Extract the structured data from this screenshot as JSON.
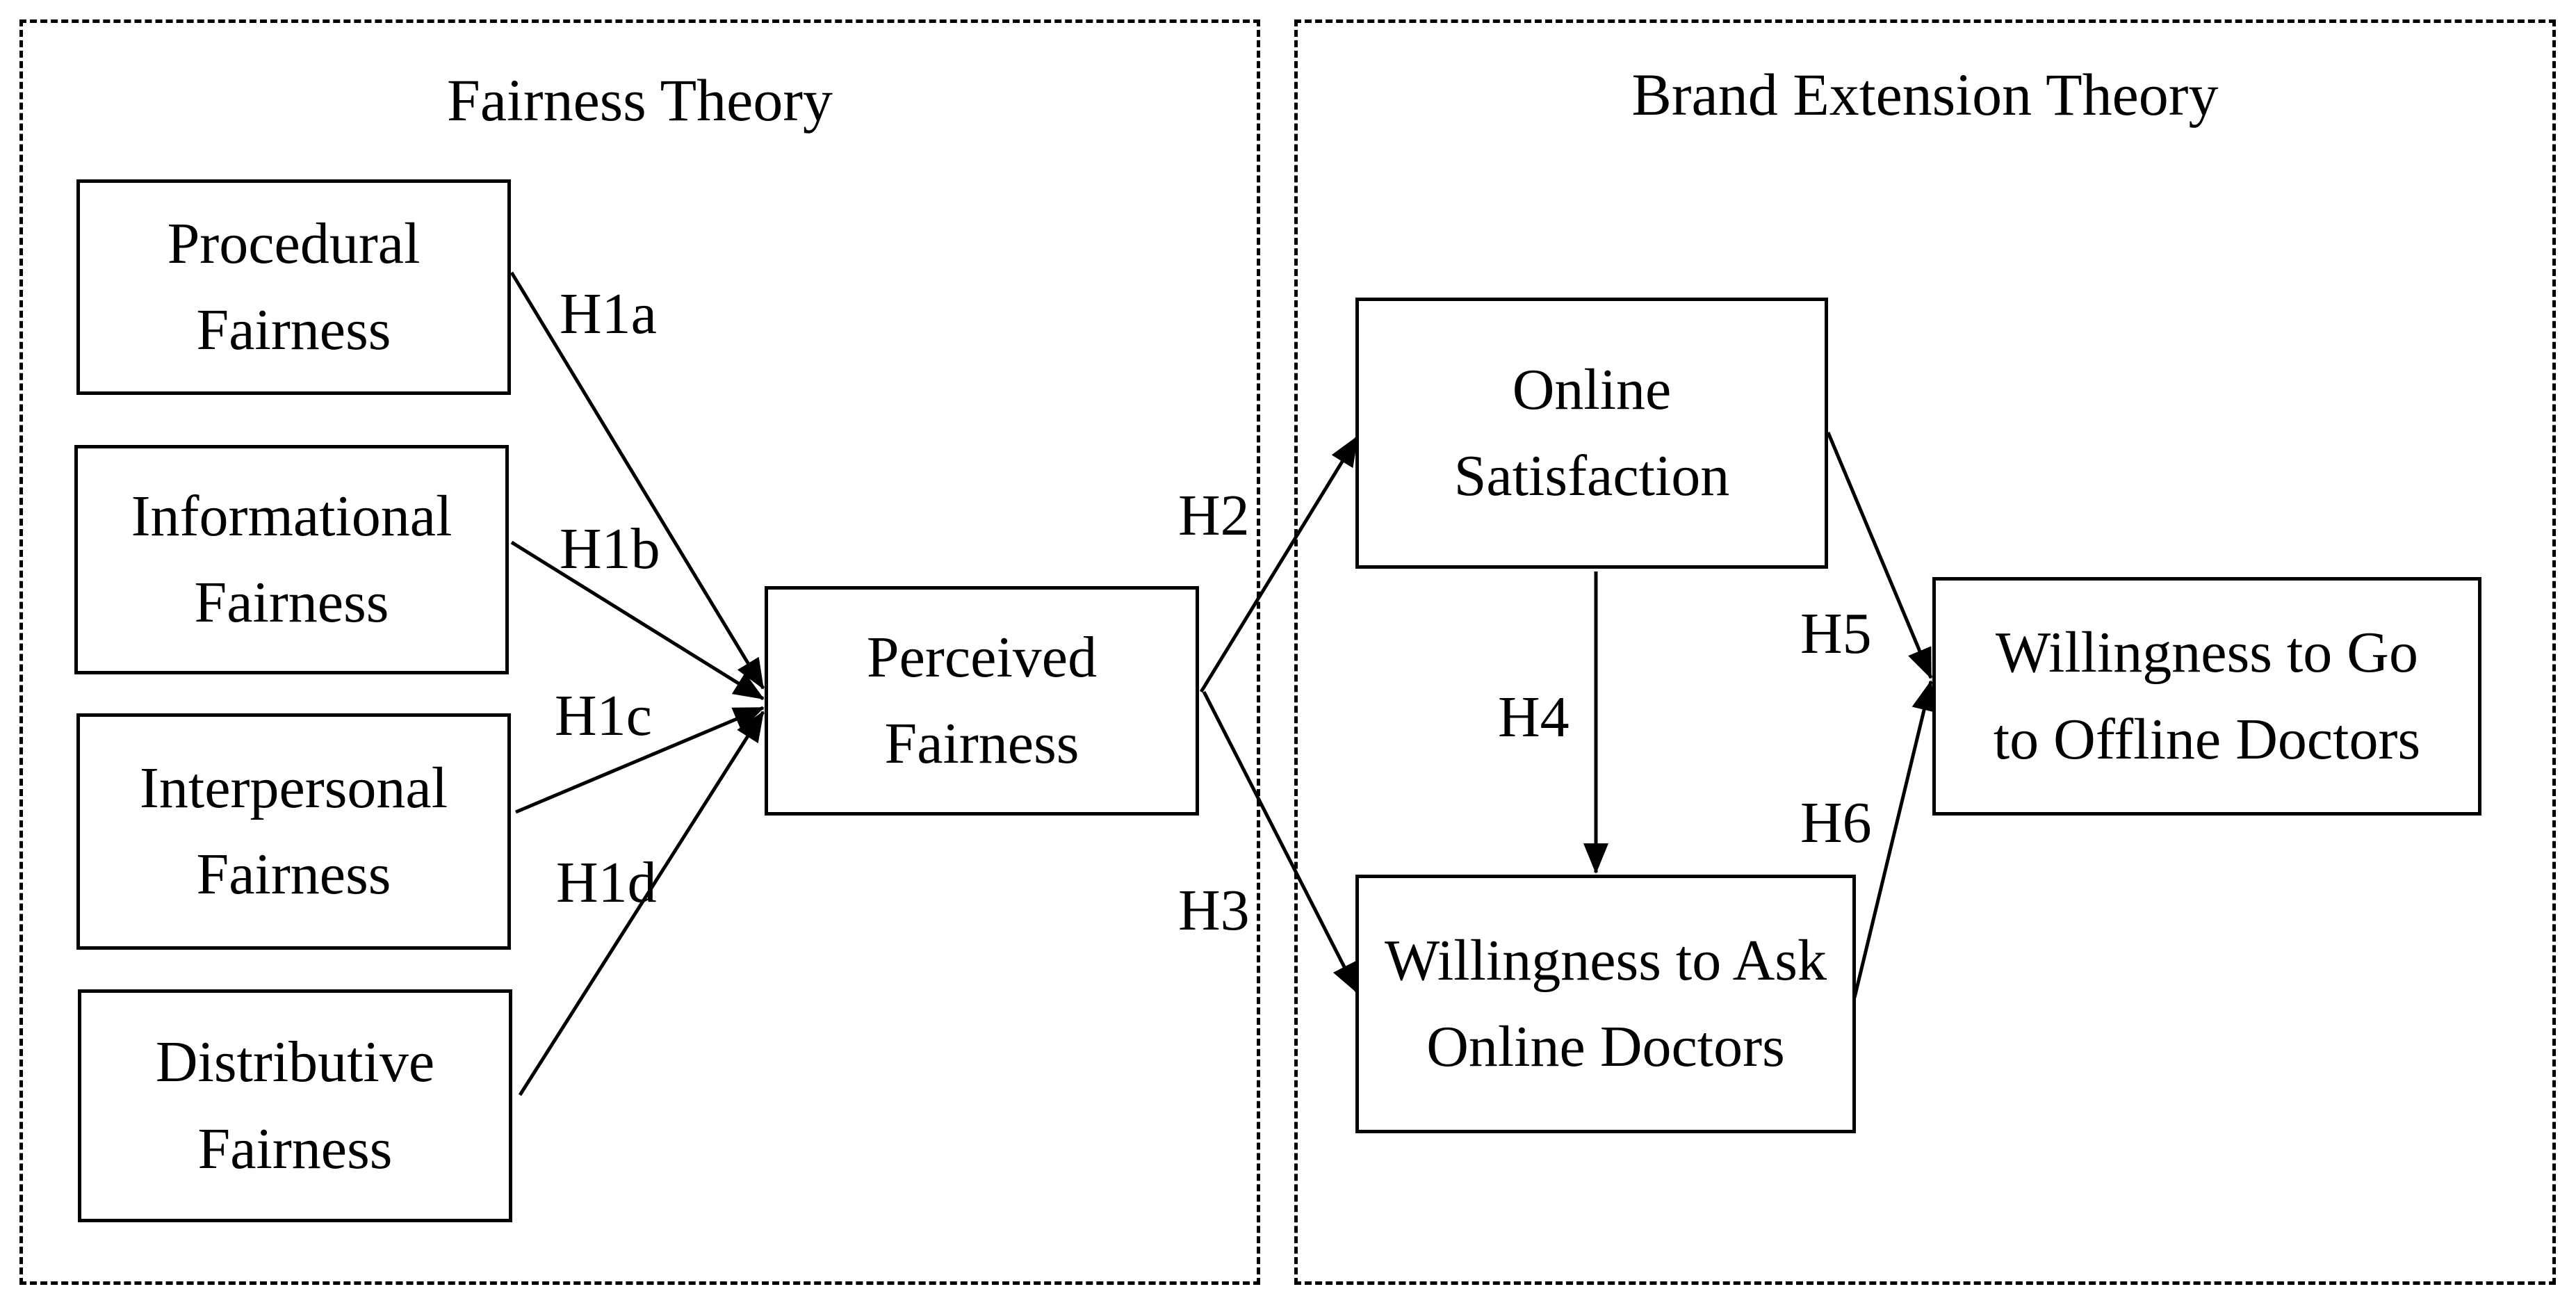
{
  "panels": {
    "left_title": "Fairness Theory",
    "right_title": "Brand Extension Theory"
  },
  "nodes": {
    "procedural": {
      "line1": "Procedural",
      "line2": "Fairness"
    },
    "informational": {
      "line1": "Informational",
      "line2": "Fairness"
    },
    "interpersonal": {
      "line1": "Interpersonal",
      "line2": "Fairness"
    },
    "distributive": {
      "line1": "Distributive",
      "line2": "Fairness"
    },
    "perceived": {
      "line1": "Perceived",
      "line2": "Fairness"
    },
    "online_satisfaction": {
      "line1": "Online",
      "line2": "Satisfaction"
    },
    "ask_online": {
      "line1": "Willingness to Ask",
      "line2": "Online Doctors"
    },
    "go_offline": {
      "line1": "Willingness to Go",
      "line2": "to Offline Doctors"
    }
  },
  "hypotheses": {
    "h1a": "H1a",
    "h1b": "H1b",
    "h1c": "H1c",
    "h1d": "H1d",
    "h2": "H2",
    "h3": "H3",
    "h4": "H4",
    "h5": "H5",
    "h6": "H6"
  }
}
